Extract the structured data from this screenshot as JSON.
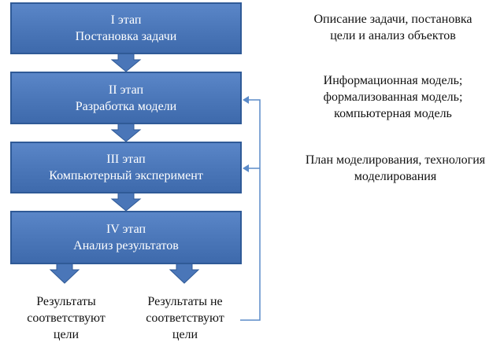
{
  "stages": [
    {
      "number": "I этап",
      "title": "Постановка задачи"
    },
    {
      "number": "II этап",
      "title": "Разработка модели"
    },
    {
      "number": "III этап",
      "title": "Компьютерный эксперимент"
    },
    {
      "number": "IV этап",
      "title": "Анализ результатов"
    }
  ],
  "descriptions": [
    {
      "line1": "Описание задачи, постановка",
      "line2": "цели и анализ объектов"
    },
    {
      "line1": "Информационная модель;",
      "line2": "формализованная модель;",
      "line3": "компьютерная модель"
    },
    {
      "line1": "План моделирования, технология",
      "line2": "моделирования"
    }
  ],
  "results": [
    {
      "line1": "Результаты",
      "line2": "соответствуют",
      "line3": "цели"
    },
    {
      "line1": "Результаты не",
      "line2": "соответствуют",
      "line3": "цели"
    }
  ],
  "colors": {
    "box_fill": "#4a76b8",
    "box_border": "#2f5a97",
    "connector": "#5b8bc9"
  }
}
